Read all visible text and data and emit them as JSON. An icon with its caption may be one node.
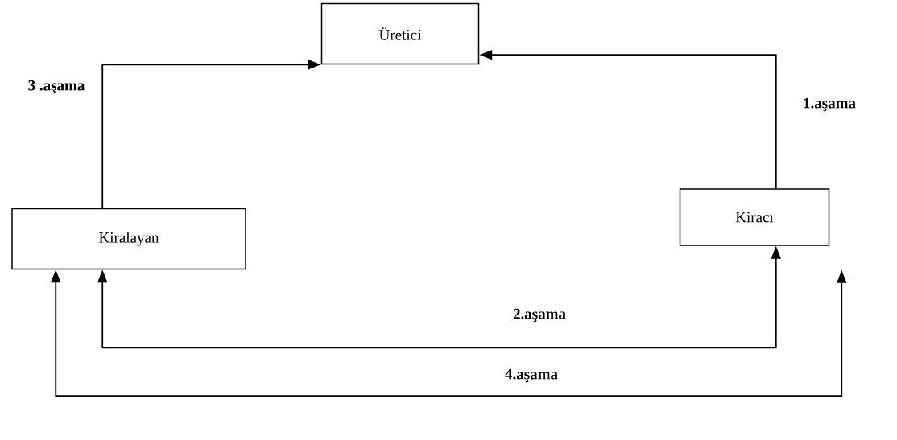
{
  "diagram": {
    "nodes": [
      {
        "text": [
          "Üretici"
        ]
      },
      {
        "text": [
          "Kiralayan"
        ]
      },
      {
        "text": [
          "Kiracı"
        ]
      }
    ],
    "edges": [
      {
        "from": 2,
        "to": 0,
        "arrow": "to",
        "label": "1.aşama"
      },
      {
        "from": 1,
        "to": 2,
        "arrow": "both",
        "label": "2.aşama"
      },
      {
        "from": 1,
        "to": 0,
        "arrow": "to",
        "label": "3 .aşama"
      },
      {
        "from": 1,
        "to": 2,
        "arrow": "both",
        "label": "4.aşama"
      }
    ]
  }
}
